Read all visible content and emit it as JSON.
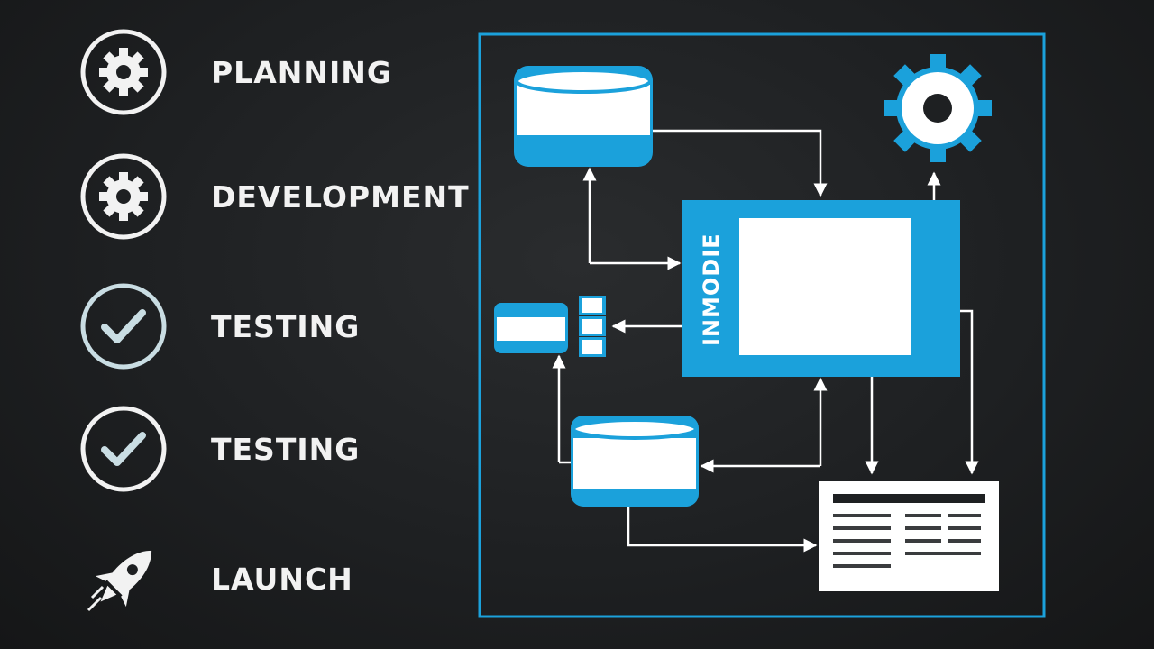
{
  "steps": [
    {
      "label": "PLANNING",
      "icon": "gear-icon"
    },
    {
      "label": "DEVELOPMENT",
      "icon": "gear-icon"
    },
    {
      "label": "TESTING",
      "icon": "check-icon"
    },
    {
      "label": "TESTING",
      "icon": "check-icon"
    },
    {
      "label": "LAUNCH",
      "icon": "rocket-icon"
    }
  ],
  "diagram": {
    "central_label": "INMODIE",
    "colors": {
      "accent": "#1ba1db",
      "foreground": "#ffffff",
      "background": "#1e2022"
    }
  }
}
